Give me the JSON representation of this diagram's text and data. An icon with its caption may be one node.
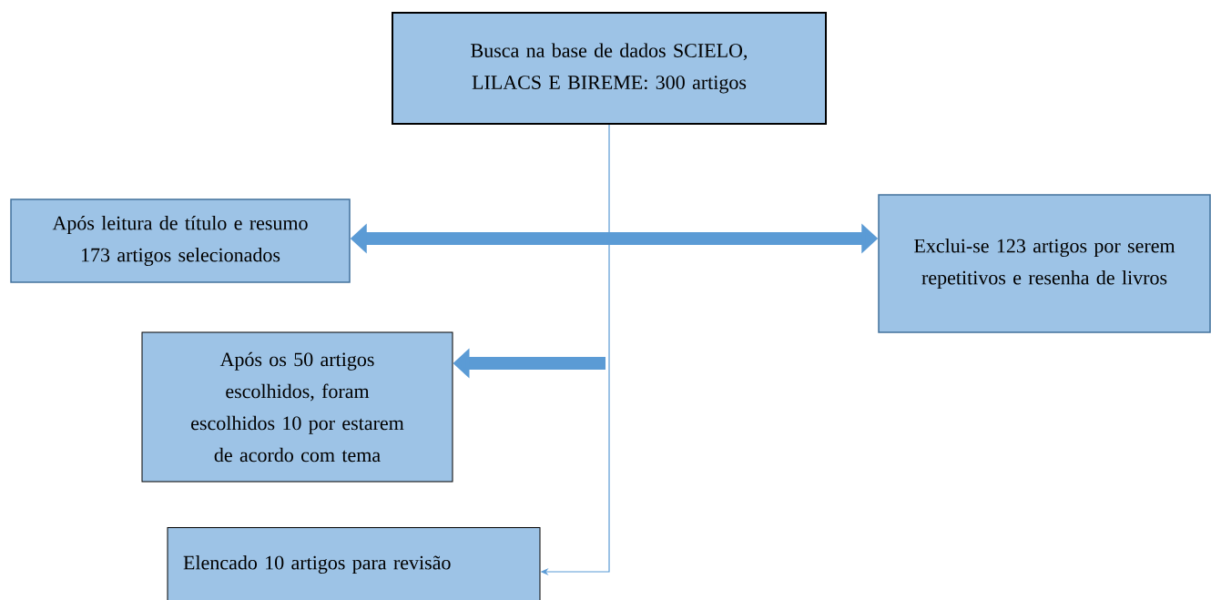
{
  "diagram": {
    "nodes": [
      {
        "text": [
          "Busca na base de dados SCIELO, LILACS E BIREME: 300 artigos"
        ]
      },
      {
        "text": [
          "Após leitura de título e resumo 173 artigos selecionados"
        ]
      },
      {
        "text": [
          "Exclui-se 123 artigos por serem repetitivos e resenha de livros"
        ]
      },
      {
        "text": [
          "Após os 50 artigos escolhidos, foram escolhidos 10 por estarem de acordo com tema"
        ]
      },
      {
        "text": [
          "Elencado 10 artigos para revisão"
        ]
      }
    ],
    "edges": [
      {
        "from": 0,
        "to": 4,
        "arrow": "to"
      },
      {
        "from": null,
        "to": 1,
        "arrow": "to"
      },
      {
        "from": null,
        "to": 2,
        "arrow": "to"
      },
      {
        "from": null,
        "to": 3,
        "arrow": "to"
      }
    ]
  }
}
